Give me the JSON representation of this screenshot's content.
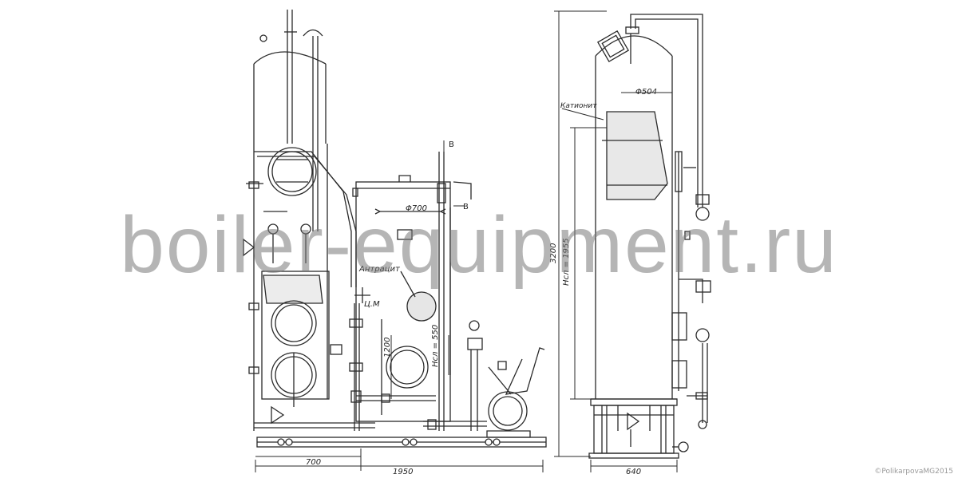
{
  "labels": {
    "width_700": "700",
    "width_1950": "1950",
    "width_640": "640",
    "diam_700": "Φ700",
    "diam_504": "Φ504",
    "anthracite": "Антрацит",
    "cm": "Ц.М",
    "cationite": "Катионит",
    "height_3200": "3200",
    "height_1200": "1200",
    "hsl_1955": "Hсл = 1955",
    "hsl_550": "Hсл = 550",
    "mark_v1": "В",
    "mark_v2": "В"
  },
  "watermark": "boiler-equipment.ru",
  "credit": "©PolikarpovaMG2015",
  "colors": {
    "ink": "#2a2a2a",
    "watermark": "#8a8a8a",
    "fill": "#dcdcdc"
  }
}
